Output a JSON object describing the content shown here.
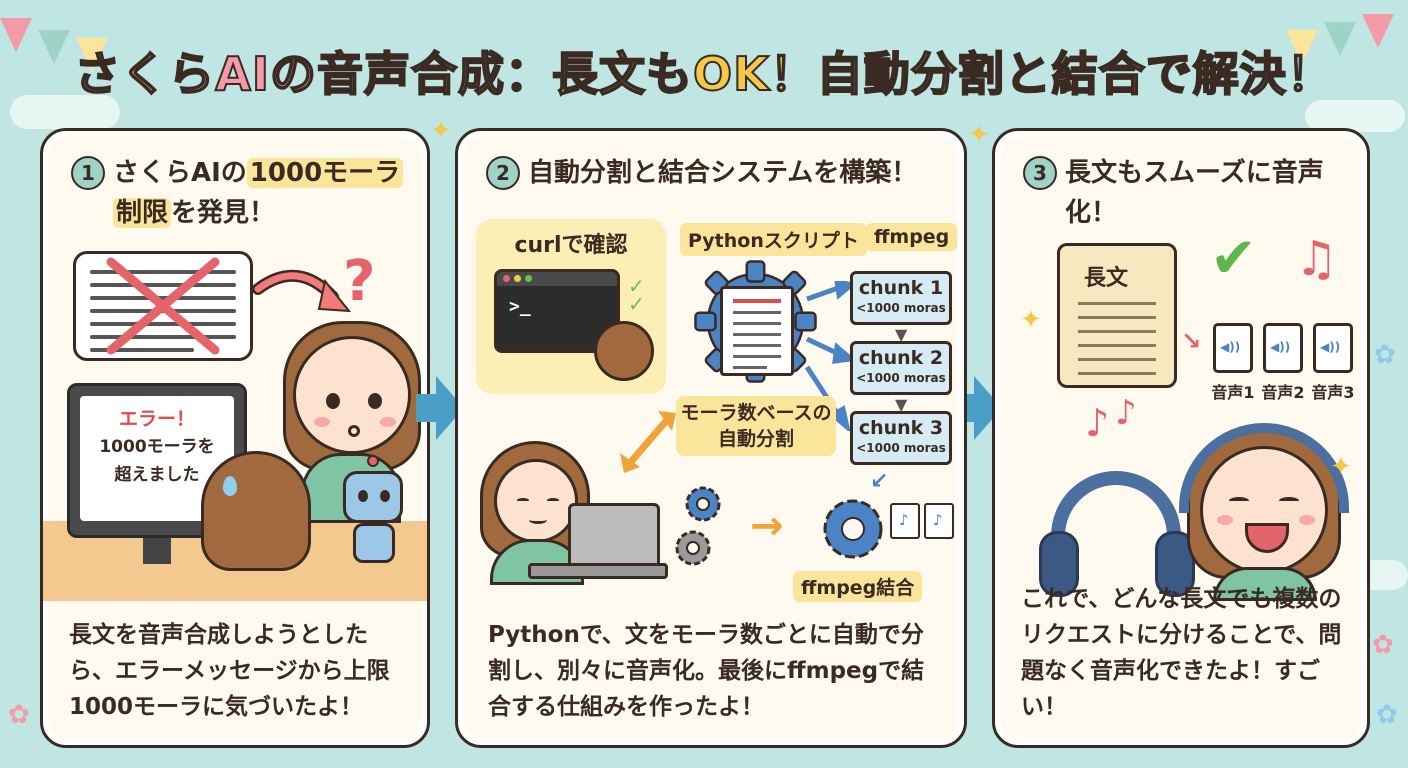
{
  "title": {
    "part1": "さくらAIの",
    "part2": "音声合成",
    "part3": "：",
    "part4": "長文",
    "part5": "も",
    "part6": "OK！",
    "part7": "自動分割",
    "part8": "と",
    "part9": "結合",
    "part10": "で",
    "part11": "解決！"
  },
  "panel1": {
    "number": "1",
    "heading_a": "さくらAIの",
    "heading_b": "1000モーラ",
    "heading_c": "制限",
    "heading_d": "を発見！",
    "error_title": "エラー！",
    "error_line1": "1000モーラを",
    "error_line2": "超えました",
    "question": "?",
    "caption": "長文を音声合成しようとしたら、エラーメッセージから上限1000モーラに気づいたよ！"
  },
  "panel2": {
    "number": "2",
    "heading": "自動分割と結合システムを構築！",
    "curl_label": "curlで確認",
    "prompt": ">_",
    "python_label": "Pythonスクリプト",
    "ffmpeg_label": "ffmpeg",
    "chunks": [
      {
        "name": "chunk 1",
        "sub": "<1000 moras"
      },
      {
        "name": "chunk 2",
        "sub": "<1000 moras"
      },
      {
        "name": "chunk 3",
        "sub": "<1000 moras"
      }
    ],
    "mora_label_line1": "モーラ数ベースの",
    "mora_label_line2": "自動分割",
    "join_label": "ffmpeg結合",
    "caption": "Pythonで、文をモーラ数ごとに自動で分割し、別々に音声化。最後にffmpegで結合する仕組みを作ったよ！"
  },
  "panel3": {
    "number": "3",
    "heading": "長文もスムーズに音声化！",
    "scroll_title": "長文",
    "audio_labels": [
      "音声1",
      "音声2",
      "音声3"
    ],
    "caption": "これで、どんな長文でも複数のリクエストに分けることで、問題なく音声化できたよ！すごい！"
  },
  "colors": {
    "background": "#bfe6e2",
    "accent_yellow": "#fbe59a",
    "arrow_blue": "#4b9ec5",
    "error_red": "#e14b4b"
  }
}
